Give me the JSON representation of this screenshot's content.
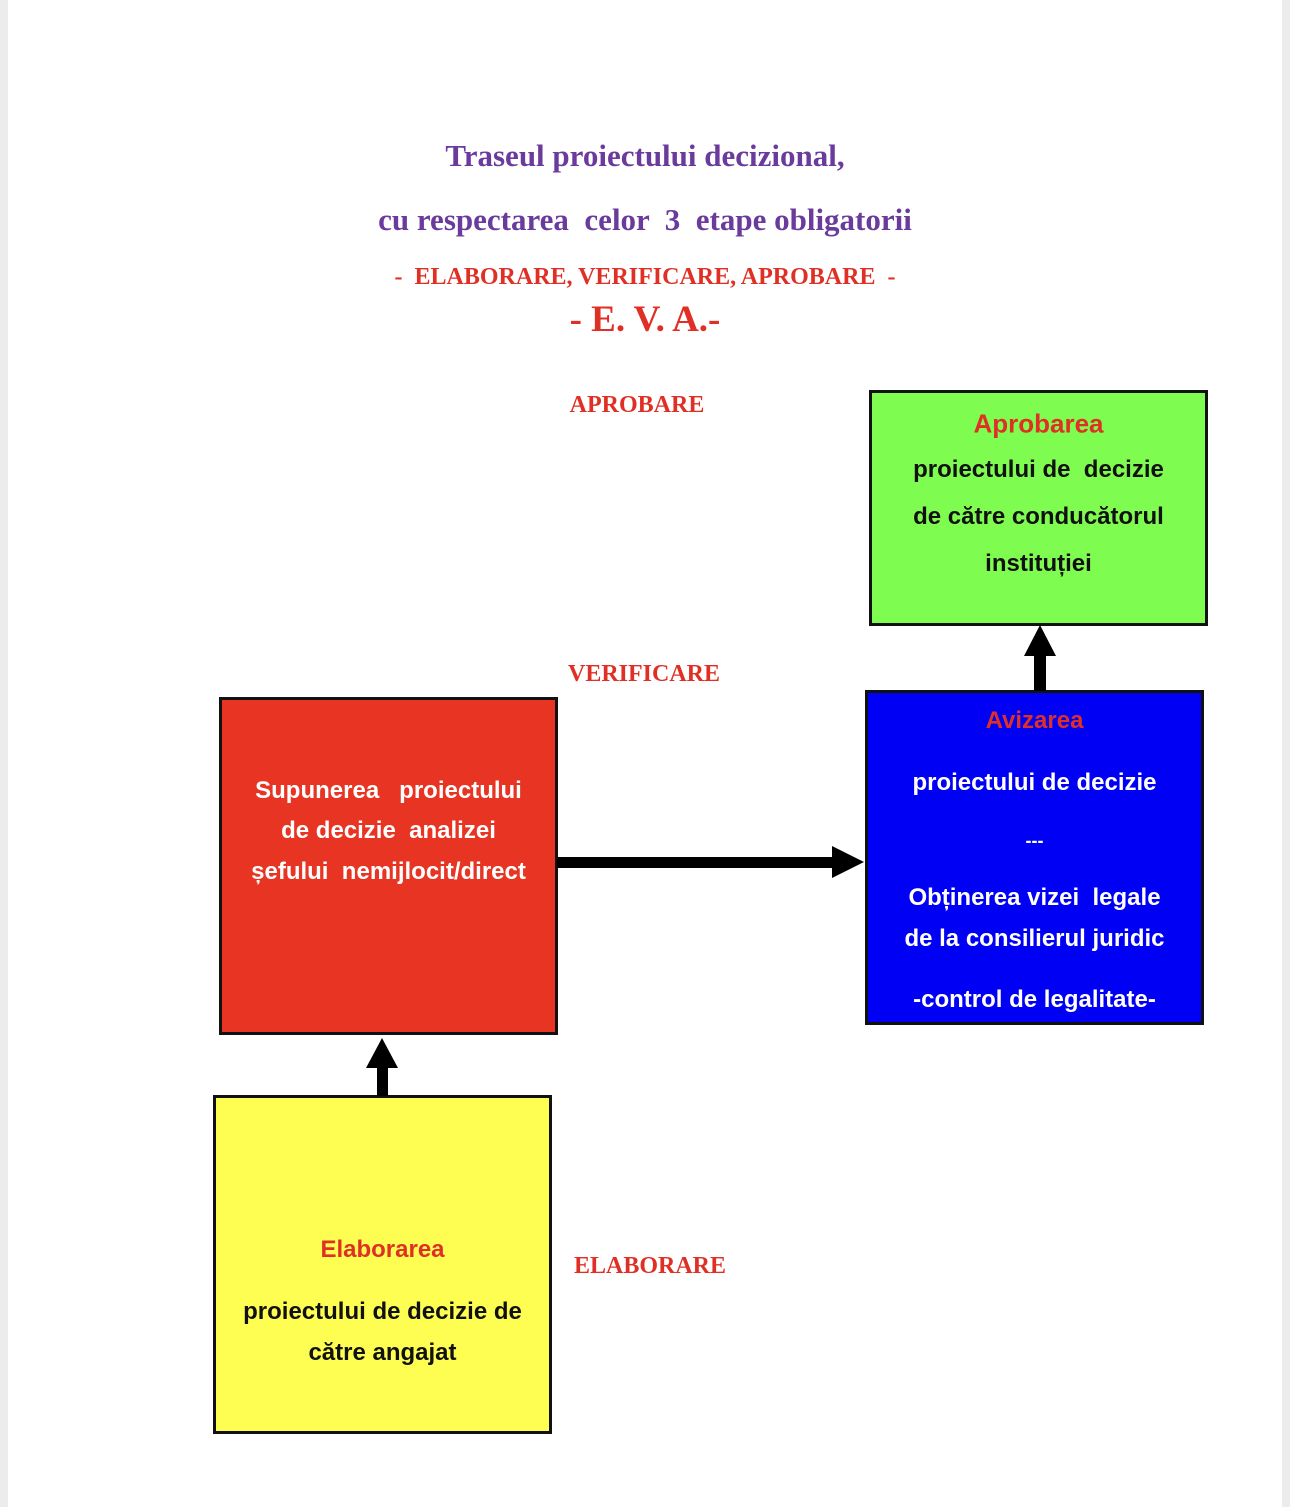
{
  "title": {
    "line1": "Traseul proiectului decizional,",
    "line2": "cu respectarea  celor  3  etape obligatorii",
    "subtitle": "-  ELABORARE, VERIFICARE, APROBARE  -",
    "acronym": "- E. V. A.-"
  },
  "stage_labels": {
    "aprobare": "APROBARE",
    "verificare": "VERIFICARE",
    "elaborare": "ELABORARE"
  },
  "boxes": {
    "approval": {
      "heading": "Aprobarea",
      "lines": [
        "proiectului de  decizie",
        "de către conducătorul",
        "instituției"
      ],
      "color": "#7efc4f"
    },
    "endorsement": {
      "heading": "Avizarea",
      "lines": [
        "proiectului de decizie",
        "---",
        "Obținerea vizei  legale",
        "de la consilierul juridic",
        "-control de legalitate-"
      ],
      "color": "#0000f5"
    },
    "verification": {
      "lines": [
        "Supunerea   proiectului",
        "de decizie  analizei",
        "șefului  nemijlocit/direct"
      ],
      "color": "#e83422"
    },
    "drafting": {
      "heading": "Elaborarea",
      "lines": [
        "proiectului de decizie de",
        "către angajat"
      ],
      "color": "#fefe52"
    }
  }
}
